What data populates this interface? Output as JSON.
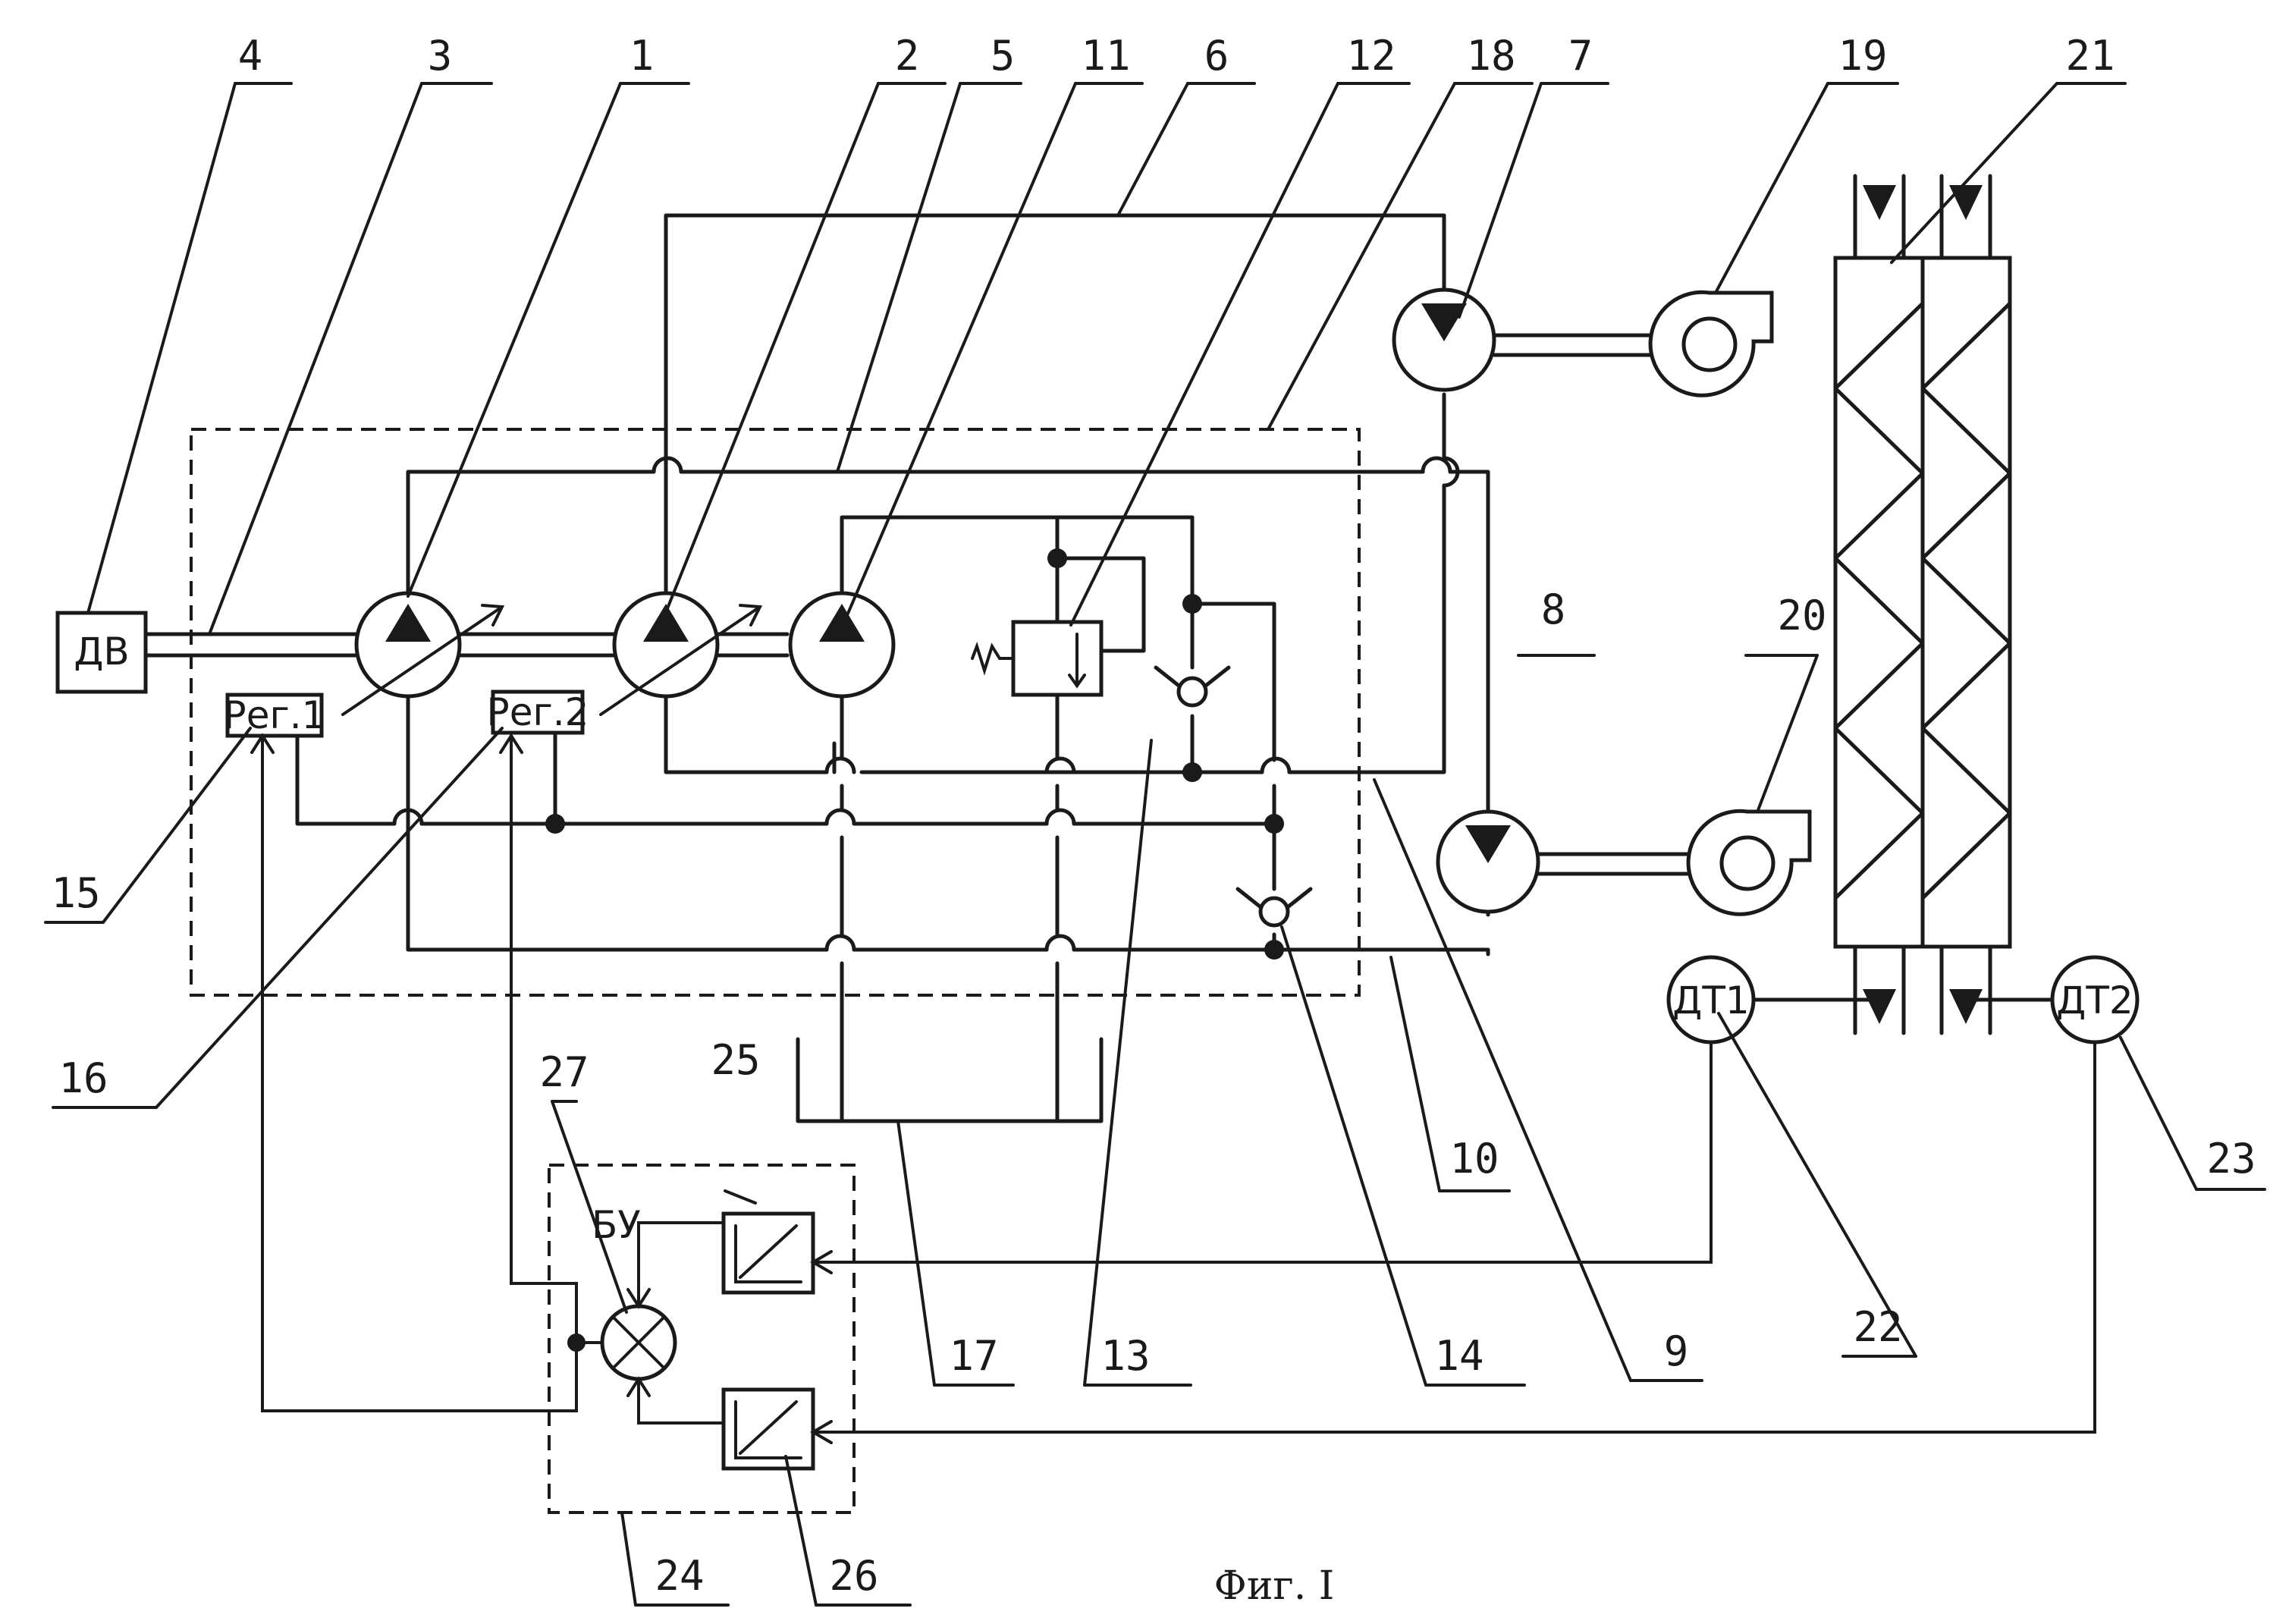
{
  "labels": {
    "n1": "1",
    "n2": "2",
    "n3": "3",
    "n4": "4",
    "n5": "5",
    "n6": "6",
    "n7": "7",
    "n8": "8",
    "n9": "9",
    "n10": "10",
    "n11": "11",
    "n12": "12",
    "n13": "13",
    "n14": "14",
    "n15": "15",
    "n16": "16",
    "n17": "17",
    "n18": "18",
    "n19": "19",
    "n20": "20",
    "n21": "21",
    "n22": "22",
    "n23": "23",
    "n24": "24",
    "n25": "25",
    "n26": "26",
    "n27": "27"
  },
  "blocks": {
    "engine": "ДВ",
    "reg1": "Рег.1",
    "reg2": "Рег.2",
    "control_unit": "БУ",
    "sensor1": "ДТ1",
    "sensor2": "ДТ2"
  },
  "caption": "Фиг. I"
}
